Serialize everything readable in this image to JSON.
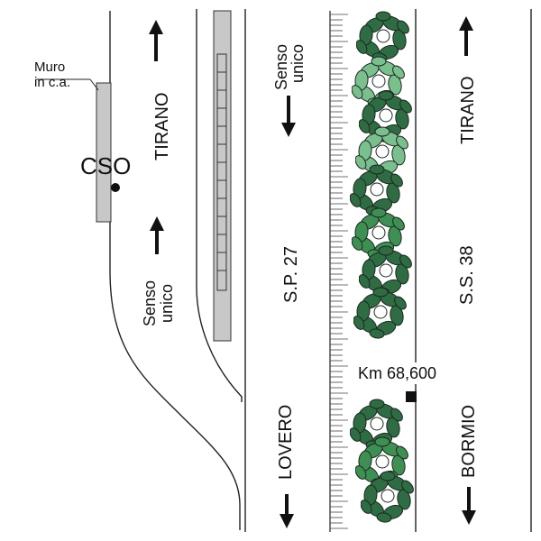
{
  "wall": {
    "line1": "Muro",
    "line2": "in c.a."
  },
  "cso": "CSO",
  "left_lane": {
    "direction": "TIRANO",
    "note_line1": "Senso",
    "note_line2": "unico"
  },
  "middle_lane": {
    "note_line1": "Senso",
    "note_line2": "unico",
    "road": "S.P. 27",
    "direction": "LOVERO"
  },
  "right_lane": {
    "direction_north": "TIRANO",
    "road": "S.S. 38",
    "direction_south": "BORMIO"
  },
  "km_marker": "Km 68,600",
  "colors": {
    "line": "#222222",
    "structure_fill": "#c8c8c8",
    "tree_dark": "#2f6b43",
    "tree_mid": "#3f8f55",
    "tree_light": "#7cbf8e"
  },
  "icons": [
    "arrow-up-icon",
    "arrow-down-icon",
    "tree-icon",
    "marker-square-icon",
    "point-dot-icon"
  ]
}
